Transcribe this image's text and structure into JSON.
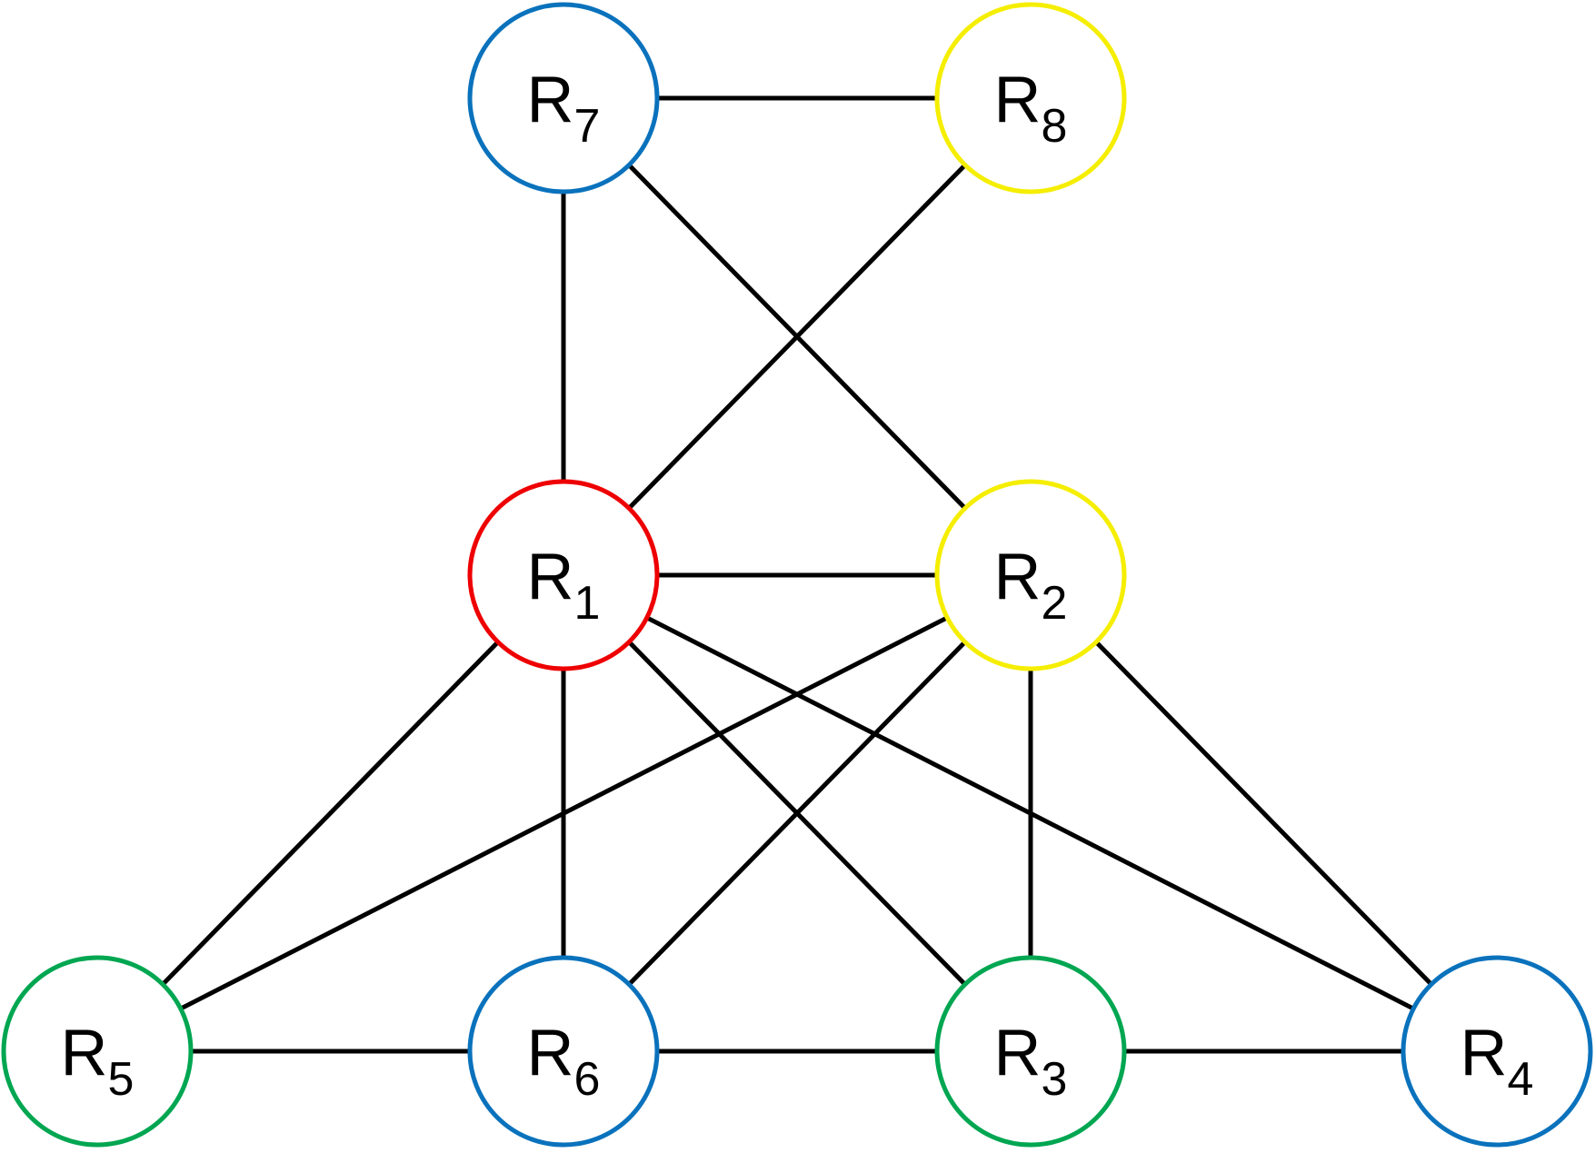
{
  "colors": {
    "red": "#ee0000",
    "yellow": "#f5ee00",
    "green": "#00a651",
    "blue": "#0a72bc",
    "edge": "#000000"
  },
  "nodes": [
    {
      "id": "R1",
      "letter": "R",
      "sub": "1",
      "color": "red"
    },
    {
      "id": "R2",
      "letter": "R",
      "sub": "2",
      "color": "yellow"
    },
    {
      "id": "R3",
      "letter": "R",
      "sub": "3",
      "color": "green"
    },
    {
      "id": "R4",
      "letter": "R",
      "sub": "4",
      "color": "blue"
    },
    {
      "id": "R5",
      "letter": "R",
      "sub": "5",
      "color": "green"
    },
    {
      "id": "R6",
      "letter": "R",
      "sub": "6",
      "color": "blue"
    },
    {
      "id": "R7",
      "letter": "R",
      "sub": "7",
      "color": "blue"
    },
    {
      "id": "R8",
      "letter": "R",
      "sub": "8",
      "color": "yellow"
    }
  ],
  "edges": [
    [
      "R7",
      "R8"
    ],
    [
      "R7",
      "R1"
    ],
    [
      "R7",
      "R2"
    ],
    [
      "R8",
      "R1"
    ],
    [
      "R1",
      "R2"
    ],
    [
      "R1",
      "R5"
    ],
    [
      "R1",
      "R6"
    ],
    [
      "R1",
      "R3"
    ],
    [
      "R1",
      "R4"
    ],
    [
      "R2",
      "R5"
    ],
    [
      "R2",
      "R6"
    ],
    [
      "R2",
      "R3"
    ],
    [
      "R2",
      "R4"
    ],
    [
      "R5",
      "R6"
    ],
    [
      "R6",
      "R3"
    ],
    [
      "R3",
      "R4"
    ]
  ]
}
